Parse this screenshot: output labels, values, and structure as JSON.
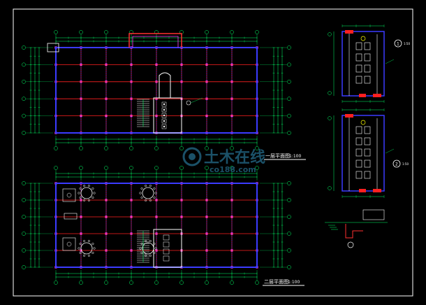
{
  "plans": {
    "first_floor": {
      "title": "一层平面图",
      "scale": "1:100"
    },
    "second_floor": {
      "title": "二层平面图",
      "scale": "1:100"
    }
  },
  "details": {
    "detail_1": {
      "mark": "1",
      "scale": "1:50"
    },
    "detail_2": {
      "mark": "2",
      "scale": "1:50"
    }
  },
  "watermark": {
    "brand": "土木在线",
    "site": "co188.com"
  },
  "colors": {
    "background": "#000000",
    "frame": "#ffffff",
    "dim_green": "#00ff66",
    "grid_red": "#ff2020",
    "wall_blue": "#3b3bff",
    "column_magenta": "#ff40ff"
  }
}
